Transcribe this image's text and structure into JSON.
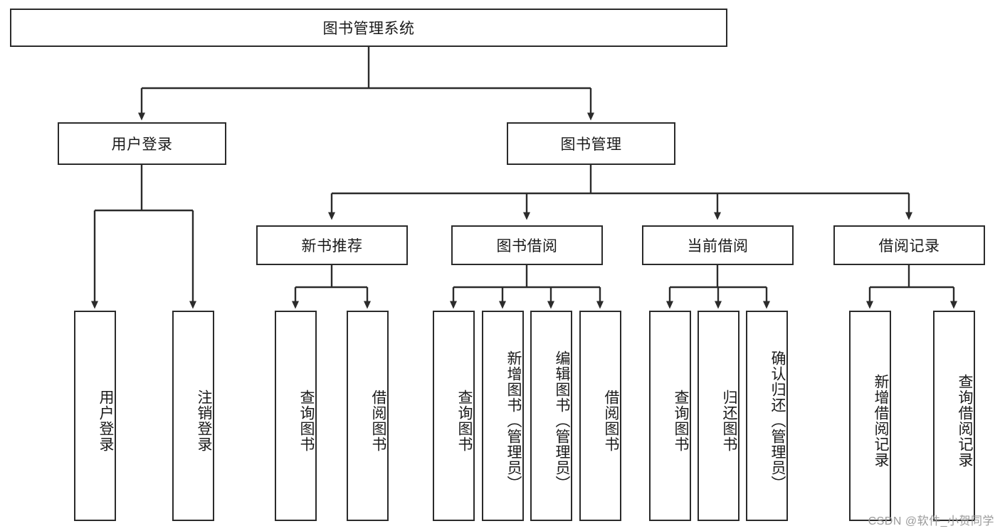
{
  "diagram": {
    "title": "图书管理系统",
    "type": "hierarchy-tree",
    "root": {
      "label": "图书管理系统"
    },
    "level1": [
      {
        "label": "用户登录"
      },
      {
        "label": "图书管理"
      }
    ],
    "level2": [
      {
        "label": "新书推荐"
      },
      {
        "label": "图书借阅"
      },
      {
        "label": "当前借阅"
      },
      {
        "label": "借阅记录"
      }
    ],
    "leaves": {
      "user_login": [
        {
          "label": "用户登录"
        },
        {
          "label": "注销登录"
        }
      ],
      "new_book_recommend": [
        {
          "label": "查询图书"
        },
        {
          "label": "借阅图书"
        }
      ],
      "book_borrow": [
        {
          "label": "查询图书"
        },
        {
          "label": "新增图书（管理员）"
        },
        {
          "label": "编辑图书（管理员）"
        },
        {
          "label": "借阅图书"
        }
      ],
      "current_borrow": [
        {
          "label": "查询图书"
        },
        {
          "label": "归还图书"
        },
        {
          "label": "确认归还（管理员）"
        }
      ],
      "borrow_records": [
        {
          "label": "新增借阅记录"
        },
        {
          "label": "查询借阅记录"
        }
      ]
    }
  },
  "watermark": {
    "text": "CSDN @软件_小贺同学"
  },
  "colors": {
    "stroke": "#2b2b2b",
    "background": "#ffffff",
    "text": "#1a1a1a",
    "watermark": "#9a9a9a"
  }
}
